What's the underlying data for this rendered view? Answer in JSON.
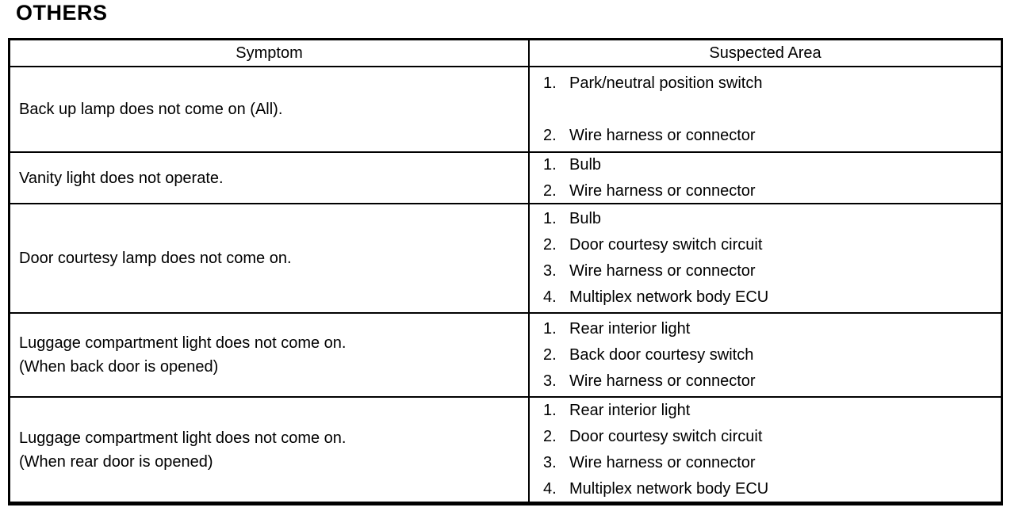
{
  "page": {
    "title": "OTHERS"
  },
  "colors": {
    "border": "#000000",
    "text": "#000000",
    "background": "#ffffff"
  },
  "table": {
    "headers": {
      "symptom": "Symptom",
      "suspected_area": "Suspected Area"
    },
    "rows": [
      {
        "symptom_line1": "Back up lamp does not come on (All).",
        "areas": [
          {
            "num": "1.",
            "label": "Park/neutral position switch"
          },
          {
            "num": "2.",
            "label": "Wire harness or connector"
          }
        ]
      },
      {
        "symptom_line1": "Vanity light does not operate.",
        "areas": [
          {
            "num": "1.",
            "label": "Bulb"
          },
          {
            "num": "2.",
            "label": "Wire harness or connector"
          }
        ]
      },
      {
        "symptom_line1": "Door courtesy lamp does not come on.",
        "areas": [
          {
            "num": "1.",
            "label": "Bulb"
          },
          {
            "num": "2.",
            "label": "Door courtesy switch circuit"
          },
          {
            "num": "3.",
            "label": "Wire harness or connector"
          },
          {
            "num": "4.",
            "label": "Multiplex network body ECU"
          }
        ]
      },
      {
        "symptom_line1": "Luggage compartment light does not come on.",
        "symptom_line2": "(When back door is opened)",
        "areas": [
          {
            "num": "1.",
            "label": "Rear interior light"
          },
          {
            "num": "2.",
            "label": "Back door courtesy switch"
          },
          {
            "num": "3.",
            "label": "Wire harness or connector"
          }
        ]
      },
      {
        "symptom_line1": "Luggage compartment light does not come on.",
        "symptom_line2": "(When rear door is opened)",
        "areas": [
          {
            "num": "1.",
            "label": "Rear interior light"
          },
          {
            "num": "2.",
            "label": "Door courtesy switch circuit"
          },
          {
            "num": "3.",
            "label": "Wire harness or connector"
          },
          {
            "num": "4.",
            "label": "Multiplex network body ECU"
          }
        ]
      }
    ]
  }
}
